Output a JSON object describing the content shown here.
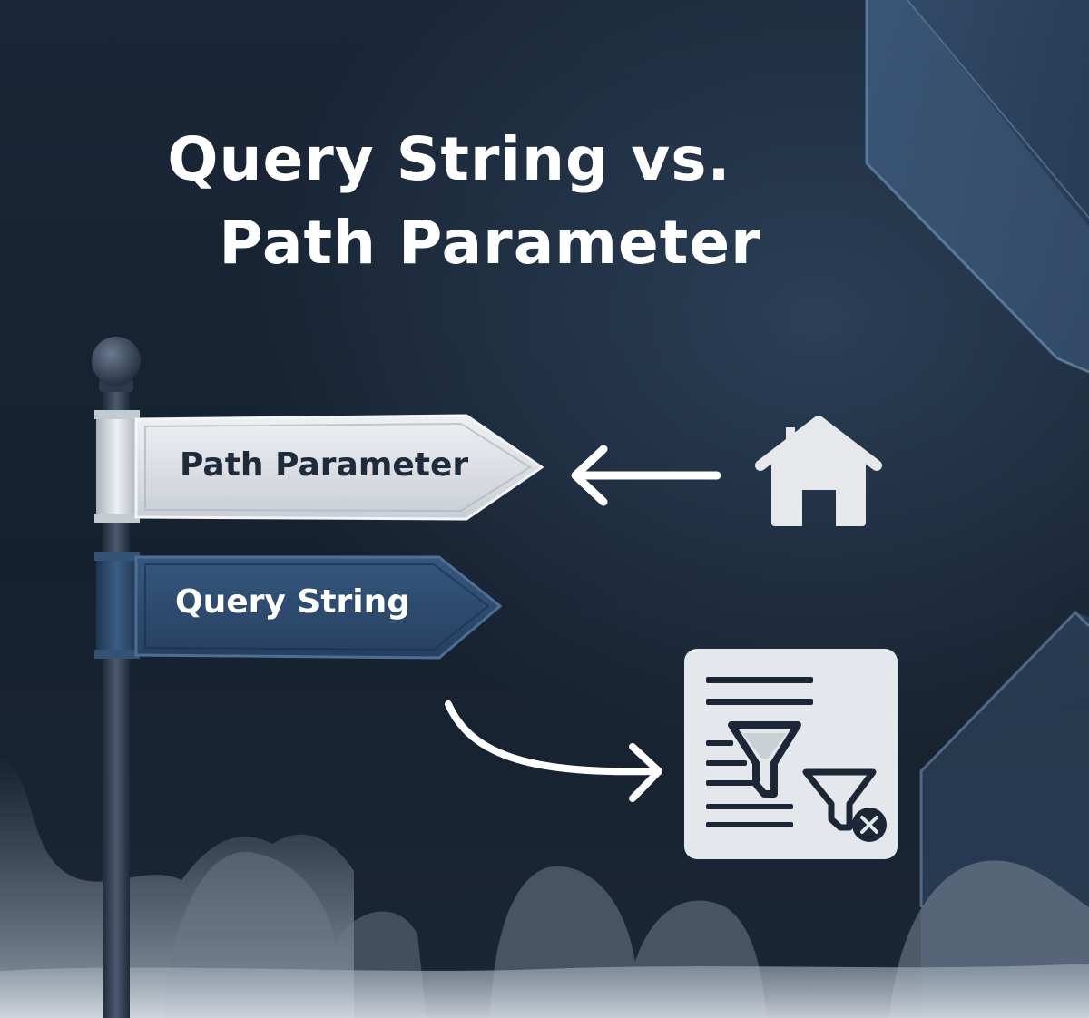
{
  "title": {
    "line1": "Query String vs.",
    "line2": "Path Parameter"
  },
  "signs": {
    "top_label": "Path Parameter",
    "bottom_label": "Query String"
  },
  "icons": {
    "home": "home-icon",
    "filter_document": "filter-document-icon",
    "arrow_left": "arrow-left-icon",
    "arrow_curved": "curved-arrow-icon"
  },
  "colors": {
    "background": "#16212f",
    "title_text": "#ffffff",
    "sign_light": "#dde1e7",
    "sign_dark": "#2f4e73",
    "icon_light": "#e6e8ec"
  }
}
